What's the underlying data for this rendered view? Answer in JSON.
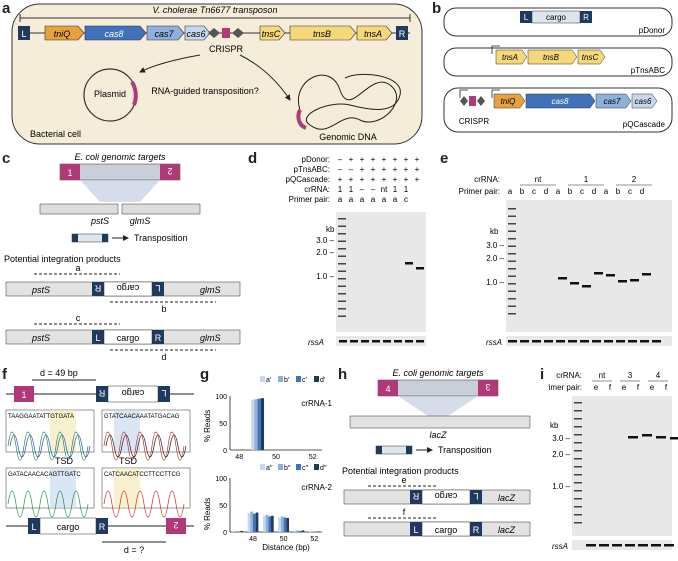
{
  "panels": {
    "a": "a",
    "b": "b",
    "c": "c",
    "d": "d",
    "e": "e",
    "f": "f",
    "g": "g",
    "h": "h",
    "i": "i"
  },
  "colors": {
    "tniQ": "#e6a23c",
    "cas8": "#3f72b8",
    "cas7": "#8fb0dc",
    "cas6": "#c7d8ee",
    "tns": "#f5d87a",
    "end": "#1f3a5f",
    "crispr": "#b03a78",
    "spacer": "#555555",
    "gel_bg": "#e8e8e8"
  },
  "a": {
    "title": "V. cholerae Tn6677 transposon",
    "genes": [
      "tniQ",
      "cas8",
      "cas7",
      "cas6",
      "tnsC",
      "tnsB",
      "tnsA"
    ],
    "end_left": "L",
    "end_right": "R",
    "crispr": "CRISPR",
    "plasmid": "Plasmid",
    "question": "RNA-guided transposition?",
    "cell": "Bacterial cell",
    "genomic": "Genomic DNA"
  },
  "b": {
    "cargo": "cargo",
    "L": "L",
    "R": "R",
    "pdonor": "pDonor",
    "ptns": "pTnsABC",
    "pqcascade": "pQCascade",
    "tns_genes": [
      "tnsA",
      "tnsB",
      "tnsC"
    ],
    "casc_genes": [
      "tniQ",
      "cas8",
      "cas7",
      "cas6"
    ],
    "crispr": "CRISPR"
  },
  "c": {
    "title": "E. coli genomic targets",
    "site1": "1",
    "site2": "2",
    "pstS": "pstS",
    "glmS": "glmS",
    "transposition": "Transposition",
    "potential": "Potential integration products",
    "cargo": "cargo",
    "L": "L",
    "R": "R",
    "primer_a": "a",
    "primer_b": "b",
    "primer_c": "c",
    "primer_d": "d"
  },
  "d": {
    "row_labels": [
      "pDonor:",
      "pTnsABC:",
      "pQCascade:",
      "crRNA:",
      "Primer pair:"
    ],
    "rows": [
      [
        "–",
        "+",
        "+",
        "+",
        "+",
        "+",
        "+",
        "+"
      ],
      [
        "–",
        "–",
        "+",
        "+",
        "+",
        "+",
        "+",
        "+"
      ],
      [
        "+",
        "+",
        "+",
        "+",
        "+",
        "+",
        "+",
        "+"
      ],
      [
        "1",
        "1",
        "–",
        "–",
        "nt",
        "1",
        "1"
      ],
      [
        "a",
        "a",
        "a",
        "a",
        "a",
        "a",
        "c"
      ]
    ],
    "kb": "kb",
    "ladder": [
      "3.0 –",
      "2.0 –",
      "1.0 –"
    ],
    "rssA": "rssA"
  },
  "e": {
    "crrna_label": "crRNA:",
    "groups": [
      "nt",
      "1",
      "2"
    ],
    "primer_label": "Primer pair:",
    "primers": [
      "a",
      "b",
      "c",
      "d",
      "a",
      "b",
      "c",
      "d",
      "a",
      "b",
      "c",
      "d"
    ],
    "kb": "kb",
    "ladder": [
      "3.0 –",
      "2.0 –",
      "1.0 –"
    ],
    "rssA": "rssA"
  },
  "f": {
    "d": "d = 49 bp",
    "cargo": "cargo",
    "L": "L",
    "R": "R",
    "site1": "1",
    "site2": "2",
    "seq1": "TAAGGAATATTGTGATA",
    "seq2": "GTATCAACAAATATGACAG",
    "seq3": "GATACAACACAGTTGATC",
    "seq4": "CATCAACATCCTTCCTTCG",
    "tsd": "TSD",
    "dq": "d = ?"
  },
  "g": {
    "legend1": [
      "a′",
      "b′",
      "c′",
      "d′"
    ],
    "legend2": [
      "a′′",
      "b′′",
      "c′′",
      "d′′"
    ],
    "crrna1": "crRNA-1",
    "crrna2": "crRNA-2",
    "ylabel": "% Reads",
    "xlabel": "Distance (bp)",
    "yticks": [
      "100",
      "50",
      "0"
    ],
    "xticks": [
      "48",
      "50",
      "52"
    ]
  },
  "chart_data": [
    {
      "type": "bar",
      "title": "crRNA-1",
      "xlabel": "Distance (bp)",
      "ylabel": "% Reads",
      "ylim": [
        0,
        100
      ],
      "categories": [
        "48",
        "49",
        "50",
        "51",
        "52"
      ],
      "series": [
        {
          "name": "a′",
          "values": [
            0,
            93,
            0,
            0,
            0
          ]
        },
        {
          "name": "b′",
          "values": [
            0,
            94,
            0,
            0,
            0
          ]
        },
        {
          "name": "c′",
          "values": [
            0,
            95,
            0,
            0,
            0
          ]
        },
        {
          "name": "d′",
          "values": [
            0,
            96,
            0,
            0,
            0
          ]
        }
      ]
    },
    {
      "type": "bar",
      "title": "crRNA-2",
      "xlabel": "Distance (bp)",
      "ylabel": "% Reads",
      "ylim": [
        0,
        100
      ],
      "categories": [
        "47",
        "48",
        "49",
        "50",
        "51",
        "52"
      ],
      "series": [
        {
          "name": "a′′",
          "values": [
            2,
            35,
            30,
            27,
            3,
            1
          ]
        },
        {
          "name": "b′′",
          "values": [
            2,
            38,
            32,
            29,
            3,
            1
          ]
        },
        {
          "name": "c′′",
          "values": [
            1,
            34,
            29,
            27,
            2,
            1
          ]
        },
        {
          "name": "d′′",
          "values": [
            2,
            36,
            30,
            26,
            3,
            1
          ]
        }
      ]
    }
  ],
  "h": {
    "title": "E. coli genomic targets",
    "site3": "3",
    "site4": "4",
    "lacZ": "lacZ",
    "transposition": "Transposition",
    "potential": "Potential integration products",
    "cargo": "cargo",
    "L": "L",
    "R": "R",
    "primer_e": "e",
    "primer_f": "f"
  },
  "i": {
    "crrna_label": "crRNA:",
    "groups": [
      "nt",
      "3",
      "4"
    ],
    "primer_label": "Primer pair:",
    "primers": [
      "e",
      "f",
      "e",
      "f",
      "e",
      "f"
    ],
    "kb": "kb",
    "ladder": [
      "3.0 –",
      "2.0 –",
      "1.0 –"
    ],
    "rssA": "rssA"
  }
}
